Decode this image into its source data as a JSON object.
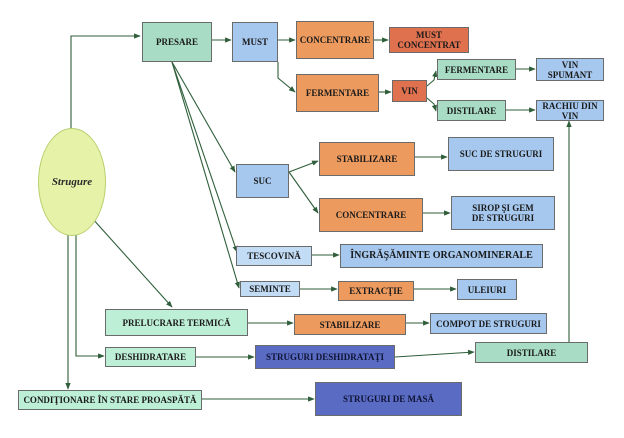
{
  "root": "Strugure",
  "nodes": {
    "presare": "PRESARE",
    "must": "MUST",
    "concentrare_must": "CONCENTRARE",
    "must_concentrat": "MUST\nCONCENTRAT",
    "fermentare_must": "FERMENTARE",
    "vin": "VIN",
    "fermentare_vin": "FERMENTARE",
    "vin_spumant": "VIN\nSPUMANT",
    "distilare_vin": "DISTILARE",
    "rachiu": "RACHIU DIN\nVIN",
    "suc": "SUC",
    "stabilizare_suc": "STABILIZARE",
    "suc_struguri": "SUC DE STRUGURI",
    "concentrare_suc": "CONCENTRARE",
    "sirop_gem": "SIROP ŞI GEM\nDE STRUGURI",
    "tescovina": "TESCOVINĂ",
    "ingrasaminte": "ÎNGRĂŞĂMINTE ORGANOMINERALE",
    "seminte": "SEMINTE",
    "extractie": "EXTRACŢIE",
    "uleiuri": "ULEIURI",
    "prelucrare": "PRELUCRARE TERMICĂ",
    "stabilizare_termica": "STABILIZARE",
    "compot": "COMPOT DE STRUGURI",
    "deshidratare": "DESHIDRATARE",
    "struguri_deshidratati": "STRUGURI DESHIDRATAŢI",
    "distilare_deshidratati": "DISTILARE",
    "conditionare": "CONDIŢIONARE ÎN STARE PROASPĂTĂ",
    "struguri_masa": "STRUGURI DE MASĂ"
  },
  "colors": {
    "green": "#a8dcc4",
    "blue": "#a6c8ee",
    "orange": "#ec9a5e",
    "red": "#e0714f",
    "dark_blue": "#5a6bc4",
    "ellipse": "#e6f2a8",
    "wire": "#2f5e3a"
  }
}
